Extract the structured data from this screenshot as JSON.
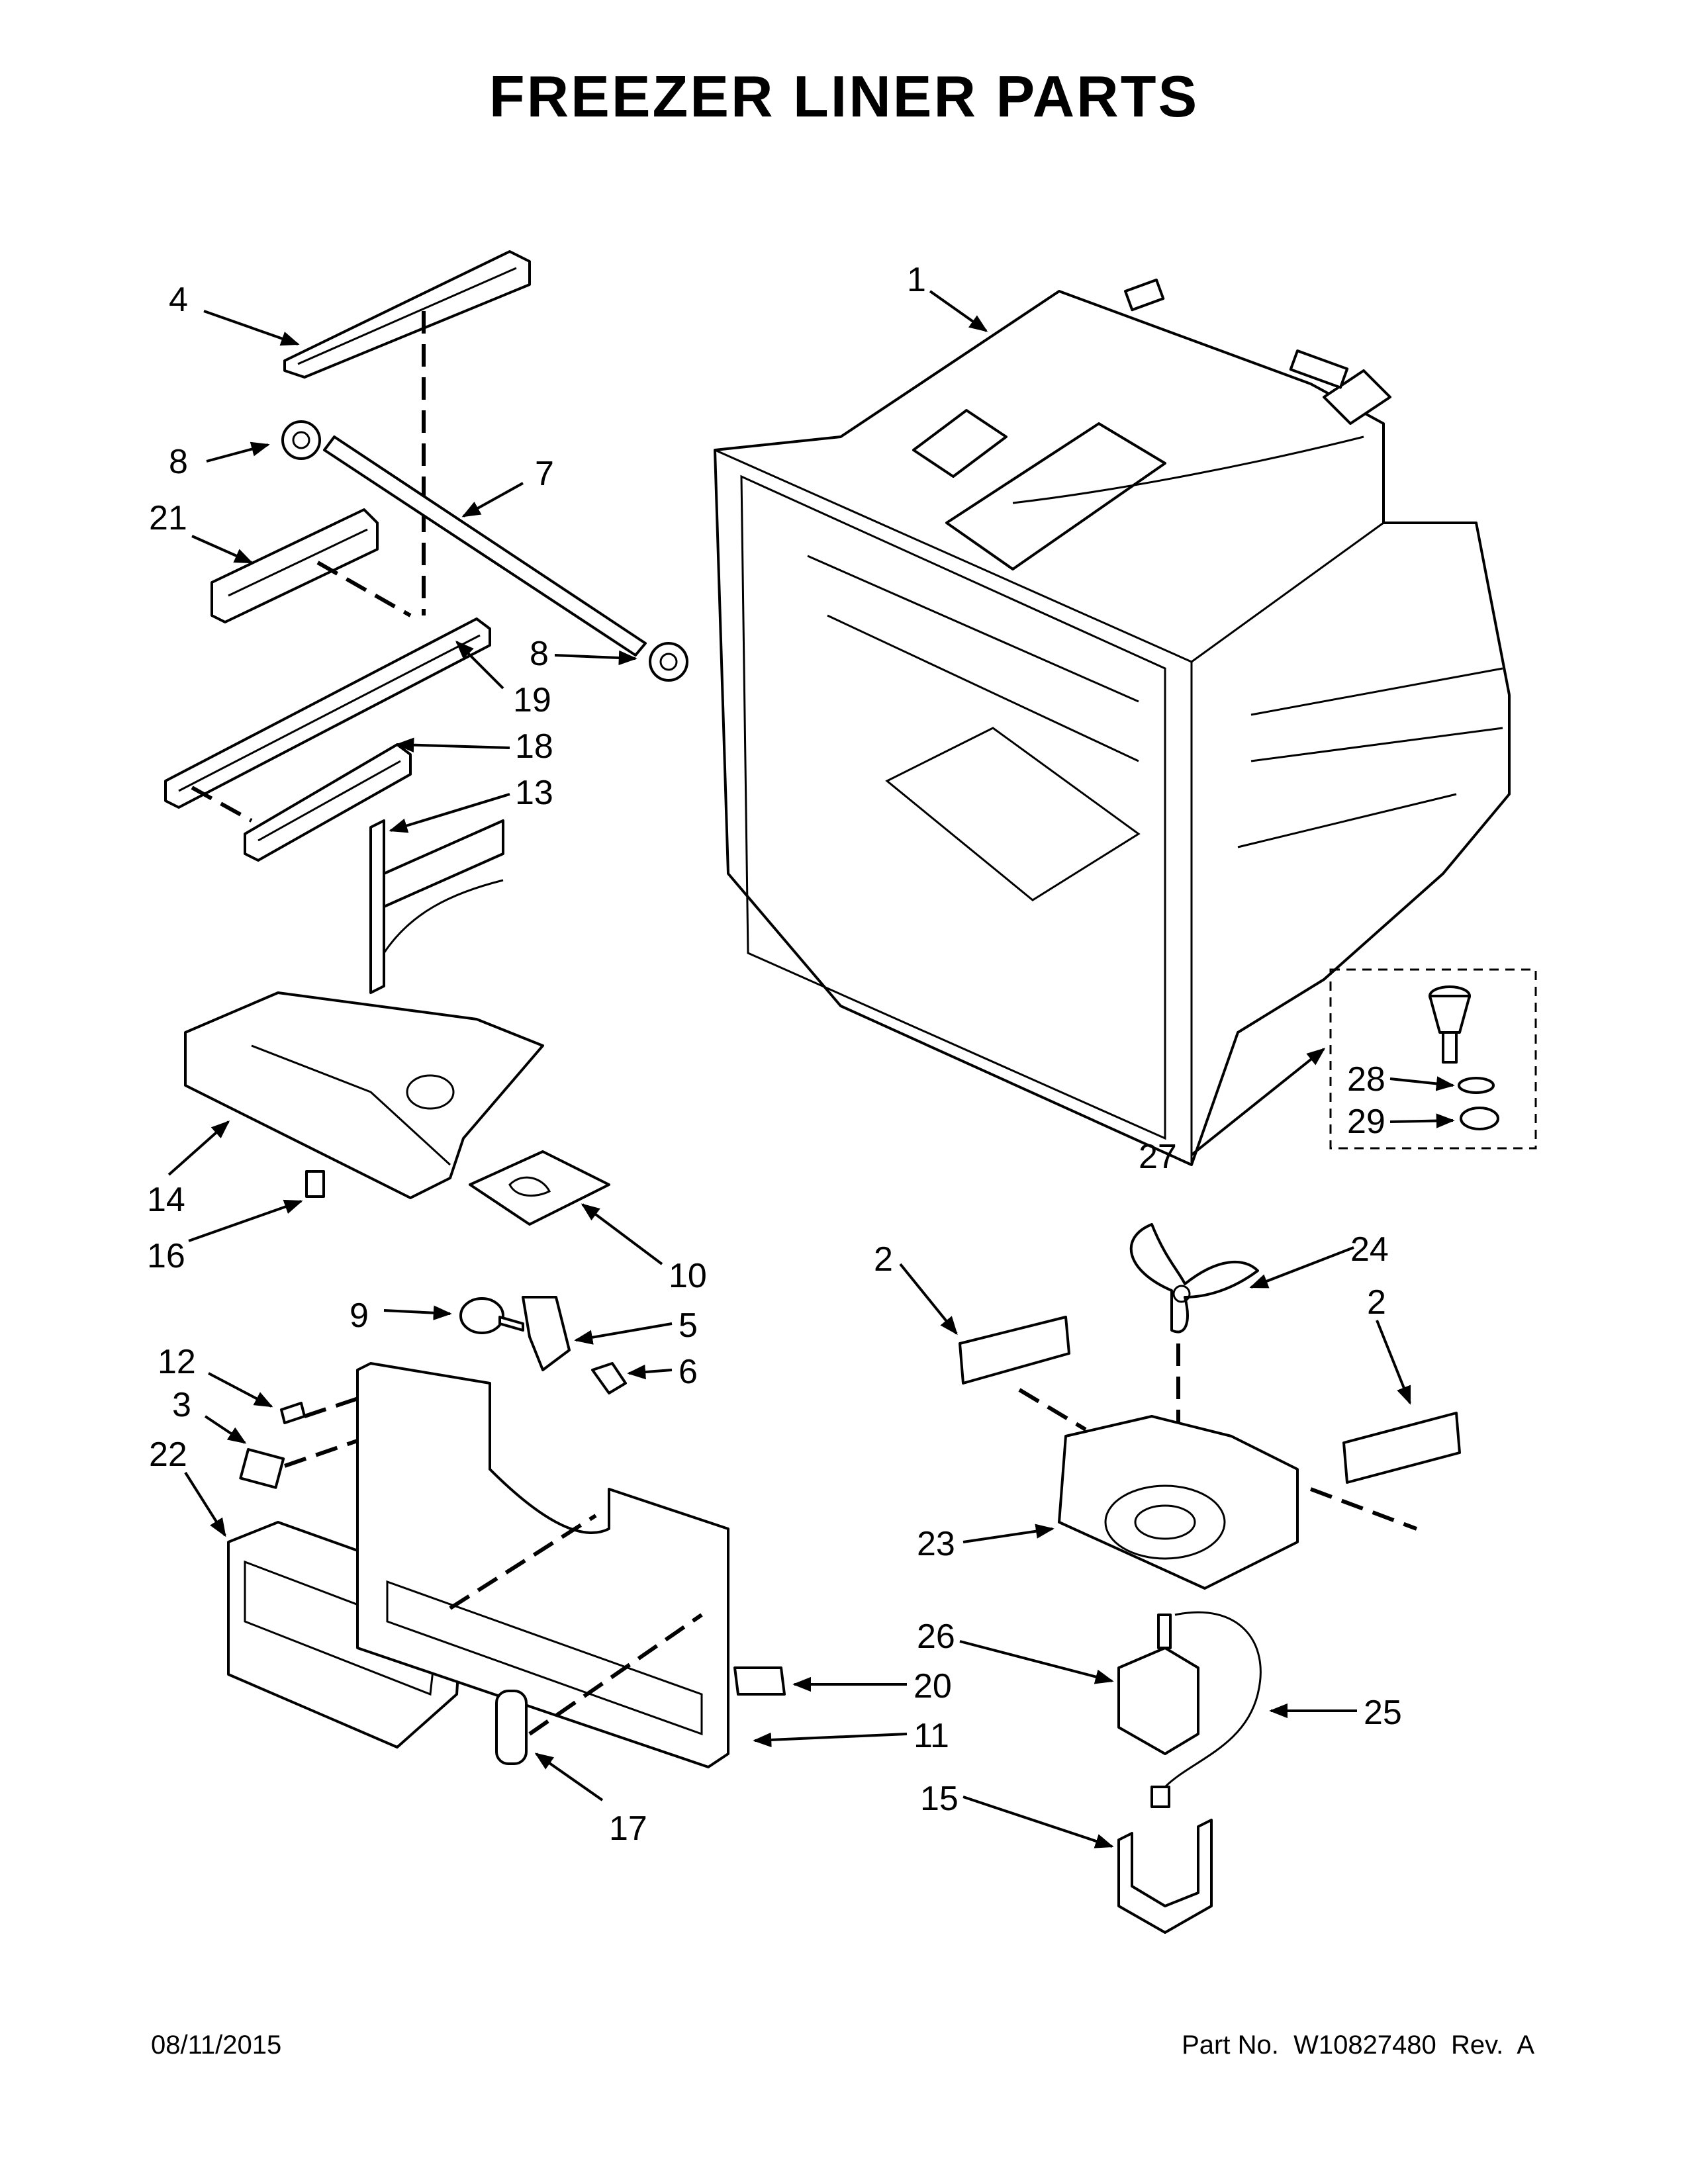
{
  "title": "FREEZER LINER PARTS",
  "footer": {
    "date": "08/11/2015",
    "part_number": "Part No.  W10827480  Rev.  A"
  },
  "callouts": {
    "c1": "1",
    "c2a": "2",
    "c2b": "2",
    "c3": "3",
    "c4": "4",
    "c5": "5",
    "c6": "6",
    "c7": "7",
    "c8a": "8",
    "c8b": "8",
    "c9": "9",
    "c10": "10",
    "c11": "11",
    "c12": "12",
    "c13": "13",
    "c14": "14",
    "c15": "15",
    "c16": "16",
    "c17": "17",
    "c18": "18",
    "c19": "19",
    "c20": "20",
    "c21": "21",
    "c22": "22",
    "c23": "23",
    "c24": "24",
    "c25": "25",
    "c26": "26",
    "c27": "27",
    "c28": "28",
    "c29": "29"
  }
}
